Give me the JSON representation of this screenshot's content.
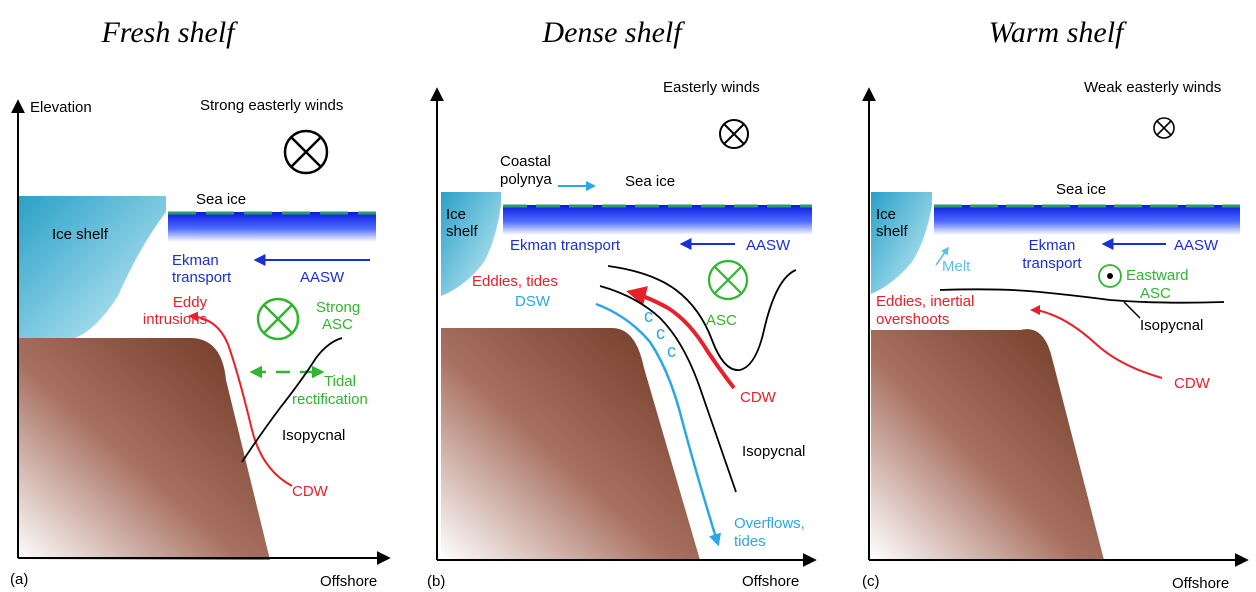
{
  "panels": [
    {
      "title": "Fresh shelf",
      "tag": "(a)",
      "y_axis_label": "Elevation",
      "x_axis_label": "Offshore",
      "wind": "Strong easterly winds",
      "sea_ice": "Sea ice",
      "ice_shelf": "Ice shelf",
      "ekman": [
        "Ekman",
        "transport"
      ],
      "aasw": "AASW",
      "eddy": [
        "Eddy",
        "intrusions"
      ],
      "asc": [
        "Strong",
        "ASC"
      ],
      "tidal": [
        "Tidal",
        "rectification"
      ],
      "isopycnal": "Isopycnal",
      "cdw": "CDW"
    },
    {
      "title": "Dense shelf",
      "tag": "(b)",
      "x_axis_label": "Offshore",
      "wind": "Easterly winds",
      "polynya": [
        "Coastal",
        "polynya"
      ],
      "sea_ice": "Sea ice",
      "ice_shelf": [
        "Ice",
        "shelf"
      ],
      "ekman": "Ekman transport",
      "aasw": "AASW",
      "eddy": "Eddies, tides",
      "dsw": "DSW",
      "asc": "ASC",
      "cdw": "CDW",
      "isopycnal": "Isopycnal",
      "overflow": [
        "Overflows,",
        "tides"
      ]
    },
    {
      "title": "Warm shelf",
      "tag": "(c)",
      "x_axis_label": "Offshore",
      "wind": "Weak easterly winds",
      "sea_ice": "Sea ice",
      "ice_shelf": [
        "Ice",
        "shelf"
      ],
      "melt": "Melt",
      "ekman": [
        "Ekman",
        "transport"
      ],
      "aasw": "AASW",
      "asc": [
        "Eastward",
        "ASC"
      ],
      "eddy": [
        "Eddies, inertial",
        "overshoots"
      ],
      "isopycnal": "Isopycnal",
      "cdw": "CDW"
    }
  ],
  "colors": {
    "ekman": "#1a2fd6",
    "eddy": "#e8202a",
    "asc": "#2fb52f",
    "dsw": "#2aa7e6",
    "melt": "#5bbfe8",
    "seabed": "#7a4530",
    "ice_shelf": "#3bb8d4",
    "sea_ice_line": "#2a9b6b"
  }
}
